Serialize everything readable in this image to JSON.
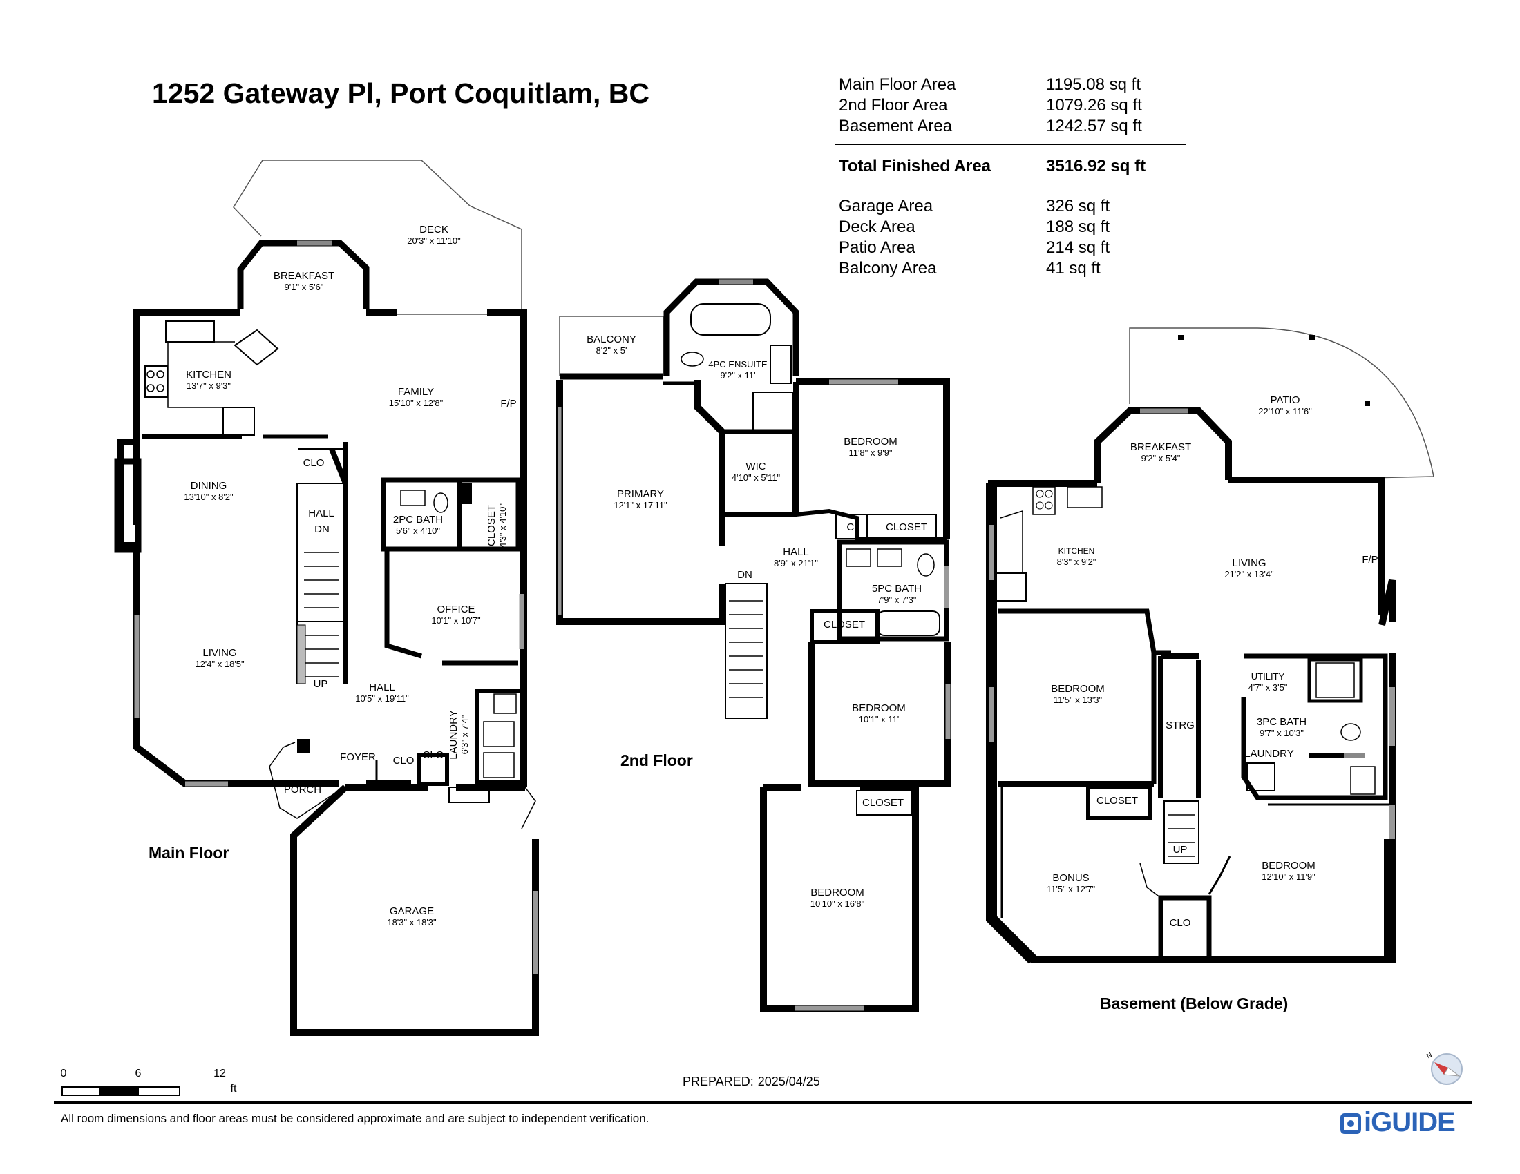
{
  "address": "1252 Gateway Pl, Port Coquitlam, BC",
  "areas": {
    "main_floor": {
      "label": "Main Floor Area",
      "value": "1195.08 sq ft"
    },
    "second_floor": {
      "label": "2nd Floor Area",
      "value": "1079.26 sq ft"
    },
    "basement": {
      "label": "Basement Area",
      "value": "1242.57 sq ft"
    },
    "total": {
      "label": "Total Finished Area",
      "value": "3516.92 sq ft"
    },
    "garage": {
      "label": "Garage Area",
      "value": "326 sq ft"
    },
    "deck": {
      "label": "Deck Area",
      "value": "188 sq ft"
    },
    "patio": {
      "label": "Patio Area",
      "value": "214 sq ft"
    },
    "balcony": {
      "label": "Balcony Area",
      "value": "41 sq ft"
    }
  },
  "floors": {
    "main": {
      "label": "Main Floor",
      "rooms": {
        "deck": {
          "name": "DECK",
          "dim": "20'3\" x 11'10\""
        },
        "breakfast": {
          "name": "BREAKFAST",
          "dim": "9'1\" x 5'6\""
        },
        "kitchen": {
          "name": "KITCHEN",
          "dim": "13'7\" x 9'3\""
        },
        "family": {
          "name": "FAMILY",
          "dim": "15'10\" x 12'8\""
        },
        "dining": {
          "name": "DINING",
          "dim": "13'10\" x 8'2\""
        },
        "living": {
          "name": "LIVING",
          "dim": "12'4\" x 18'5\""
        },
        "bath": {
          "name": "2PC BATH",
          "dim": "5'6\" x 4'10\""
        },
        "closet": {
          "name": "CLOSET",
          "dim": "4'3\" x 4'10\""
        },
        "office": {
          "name": "OFFICE",
          "dim": "10'1\" x 10'7\""
        },
        "hall": {
          "name": "HALL",
          "dim": "10'5\" x 19'11\""
        },
        "laundry": {
          "name": "LAUNDRY",
          "dim": "6'3\" x 7'4\""
        },
        "garage": {
          "name": "GARAGE",
          "dim": "18'3\" x 18'3\""
        }
      },
      "labels": {
        "clo1": "CLO",
        "hall_small": "HALL",
        "dn": "DN",
        "up": "UP",
        "fp": "F/P",
        "foyer": "FOYER",
        "clo2": "CLO",
        "clo3": "CLO",
        "porch": "PORCH"
      }
    },
    "second": {
      "label": "2nd Floor",
      "rooms": {
        "balcony": {
          "name": "BALCONY",
          "dim": "8'2\" x 5'"
        },
        "ensuite": {
          "name": "4PC ENSUITE",
          "dim": "9'2\" x 11'"
        },
        "primary": {
          "name": "PRIMARY",
          "dim": "12'1\" x 17'11\""
        },
        "wic": {
          "name": "WIC",
          "dim": "4'10\" x 5'11\""
        },
        "bedroom1": {
          "name": "BEDROOM",
          "dim": "11'8\" x 9'9\""
        },
        "hall": {
          "name": "HALL",
          "dim": "8'9\" x 21'1\""
        },
        "bath": {
          "name": "5PC BATH",
          "dim": "7'9\" x 7'3\""
        },
        "bedroom2": {
          "name": "BEDROOM",
          "dim": "10'1\" x 11'"
        },
        "bedroom3": {
          "name": "BEDROOM",
          "dim": "10'10\" x 16'8\""
        }
      },
      "labels": {
        "cl": "CL",
        "closet1": "CLOSET",
        "closet2": "CLOSET",
        "closet3": "CLOSET",
        "dn": "DN"
      }
    },
    "basement": {
      "label": "Basement (Below Grade)",
      "rooms": {
        "patio": {
          "name": "PATIO",
          "dim": "22'10\" x 11'6\""
        },
        "breakfast": {
          "name": "BREAKFAST",
          "dim": "9'2\" x 5'4\""
        },
        "kitchen": {
          "name": "KITCHEN",
          "dim": "8'3\" x 9'2\""
        },
        "living": {
          "name": "LIVING",
          "dim": "21'2\" x 13'4\""
        },
        "bedroom1": {
          "name": "BEDROOM",
          "dim": "11'5\" x 13'3\""
        },
        "utility": {
          "name": "UTILITY",
          "dim": "4'7\" x 3'5\""
        },
        "bath": {
          "name": "3PC BATH",
          "dim": "9'7\" x 10'3\""
        },
        "bonus": {
          "name": "BONUS",
          "dim": "11'5\" x 12'7\""
        },
        "bedroom2": {
          "name": "BEDROOM",
          "dim": "12'10\" x 11'9\""
        }
      },
      "labels": {
        "fp": "F/P",
        "strg": "STRG",
        "laundry": "LAUNDRY",
        "closet": "CLOSET",
        "up": "UP",
        "clo": "CLO"
      }
    }
  },
  "scale": {
    "ticks": [
      "0",
      "6",
      "12"
    ],
    "unit": "ft"
  },
  "prepared": {
    "label": "PREPARED:",
    "date": "2025/04/25"
  },
  "disclaimer": "All room dimensions and floor areas must be considered approximate and are subject to independent verification.",
  "brand": {
    "name": "iGUIDE",
    "color": "#2b63b8"
  },
  "colors": {
    "wall": "#000000",
    "thin": "#555555",
    "window": "#888888"
  }
}
